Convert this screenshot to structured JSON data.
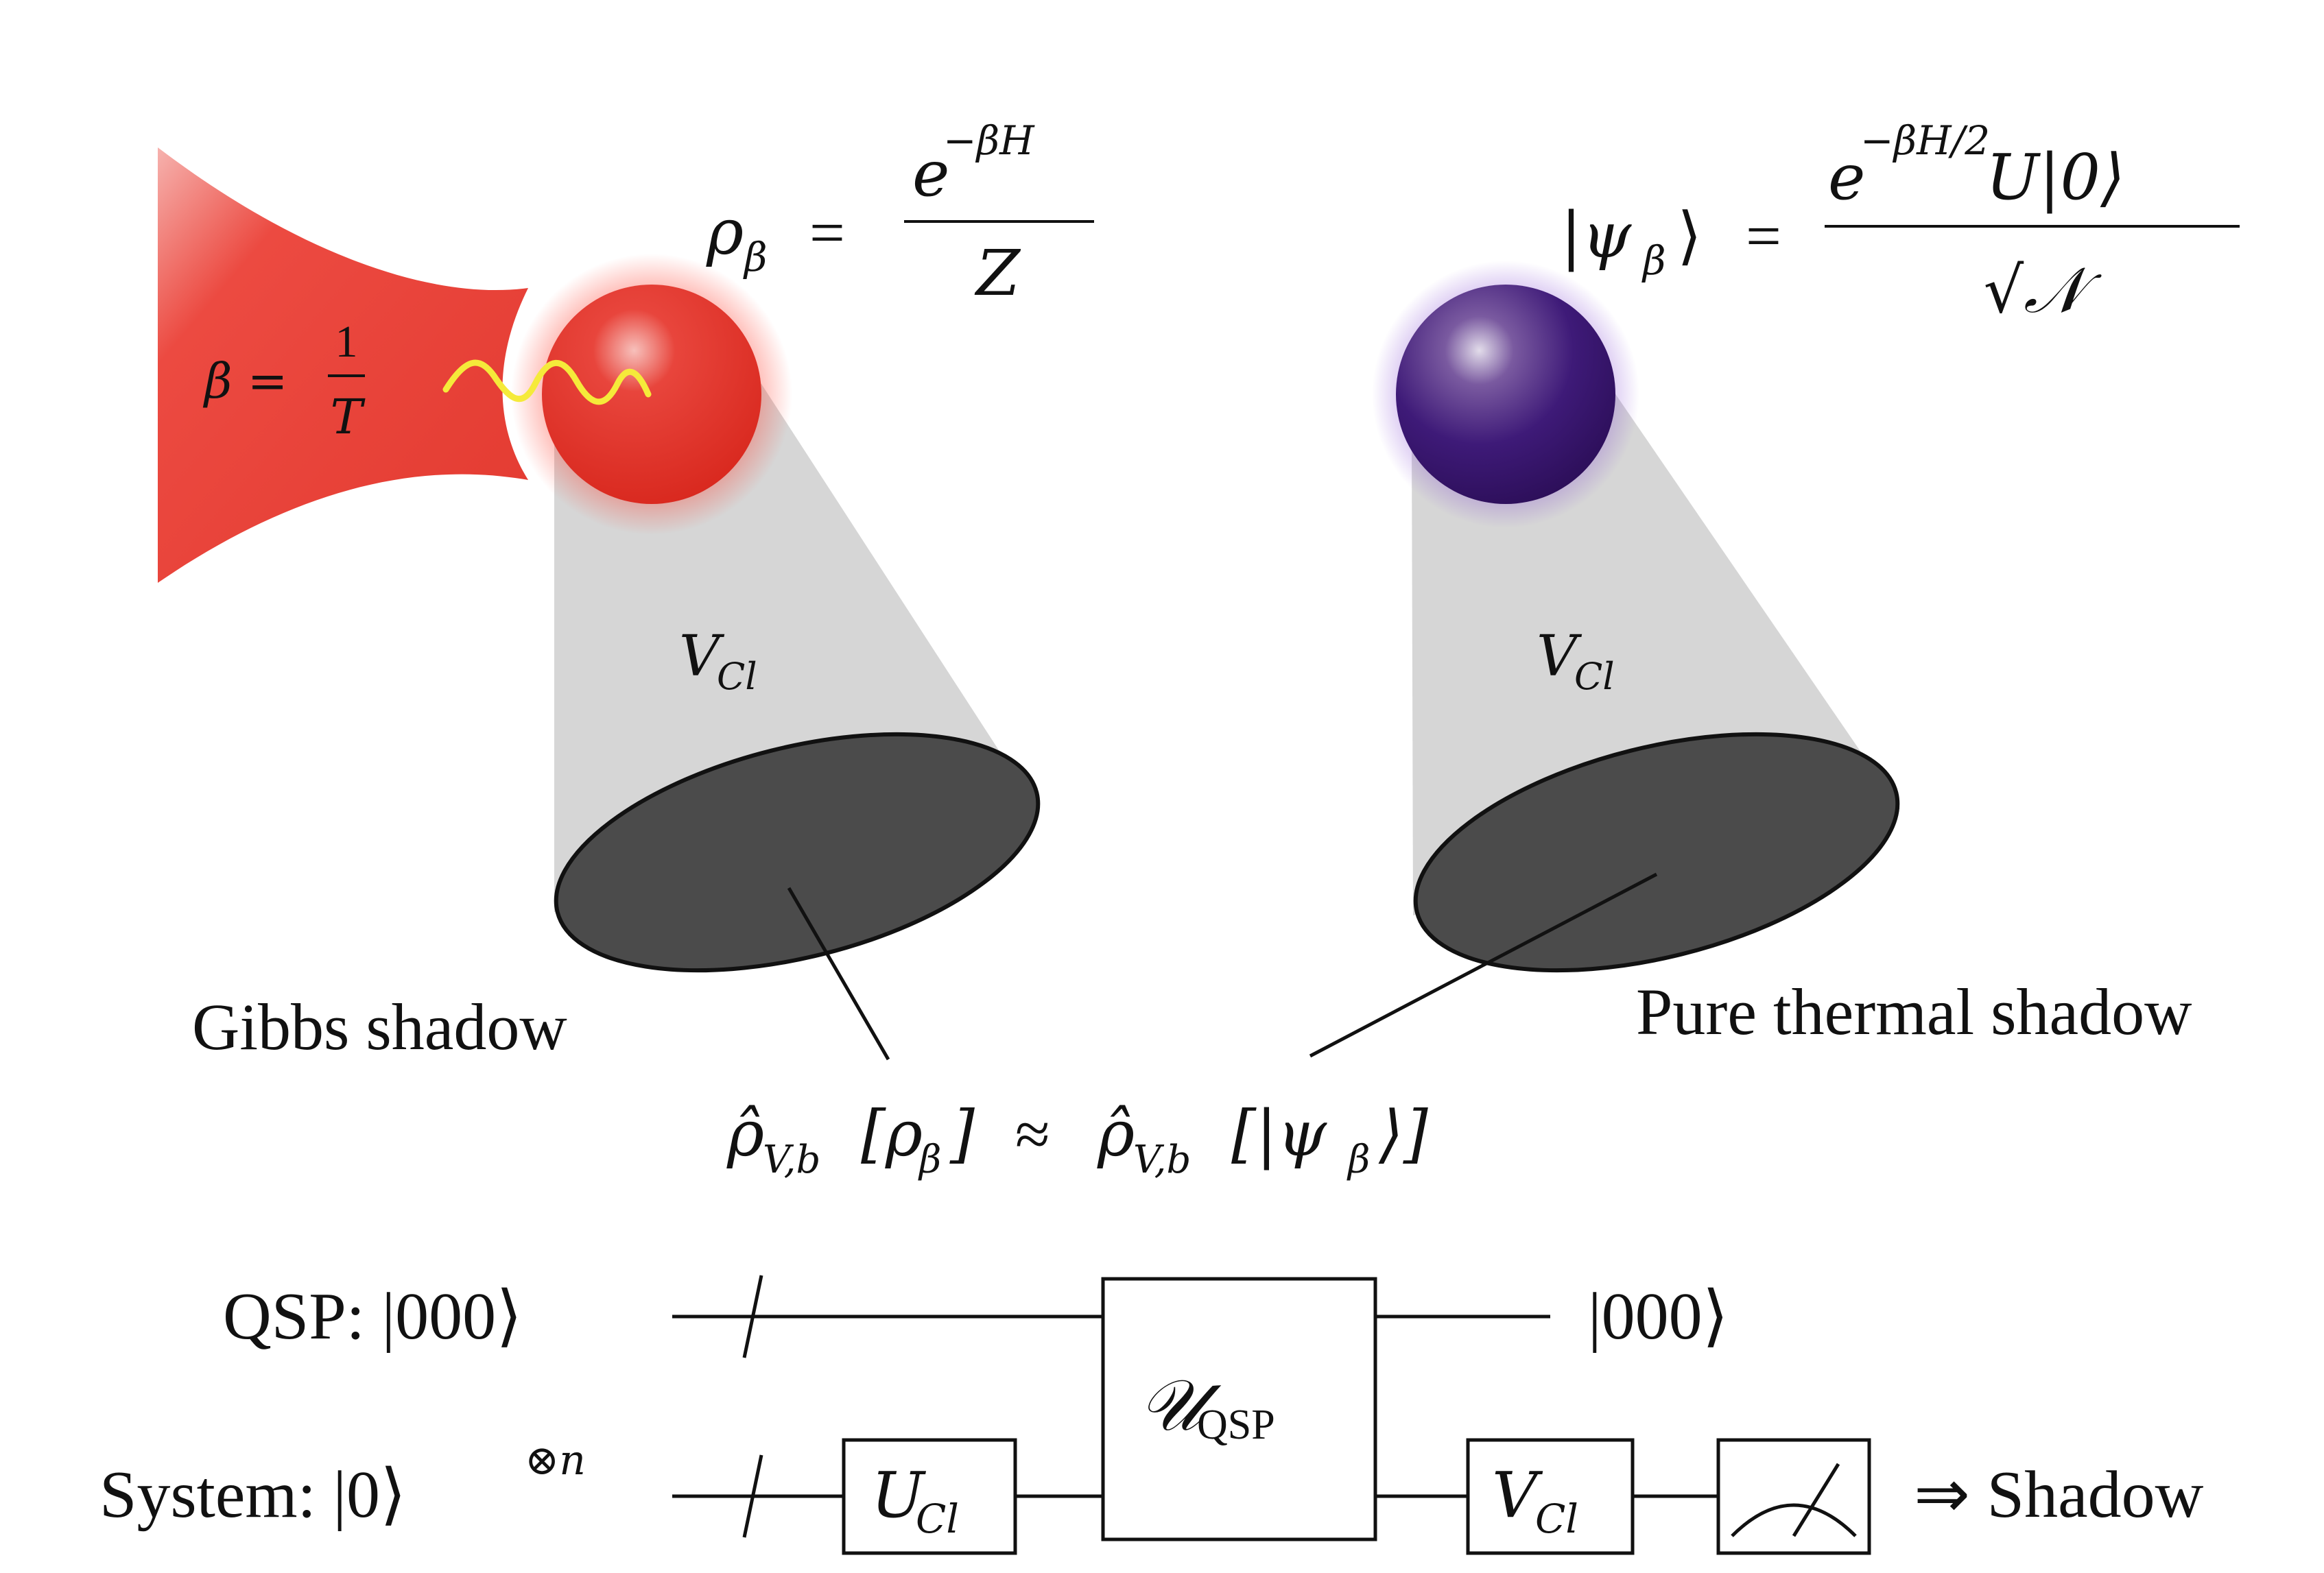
{
  "left_system": {
    "beta_lhs": "β =",
    "beta_num": "1",
    "beta_den": "T",
    "rho_lhs": "ρ",
    "rho_sub": "β",
    "rho_eq": "=",
    "rho_num": "e",
    "rho_num_sup": "−βH",
    "rho_den": "Z",
    "cone_label": "V",
    "cone_label_sub": "Cl",
    "shadow_label": "Gibbs shadow",
    "colors": {
      "bath": "#e8403a",
      "sphere": "#e0322a",
      "wave": "#f5ea3a"
    }
  },
  "right_system": {
    "psi_lhs": "|ψ",
    "psi_sub": "β",
    "psi_close": "⟩",
    "psi_eq": "=",
    "psi_num": "e",
    "psi_num_sup": "−βH/2",
    "psi_num_tail": "U|0⟩",
    "psi_den": "√𝒩",
    "cone_label": "V",
    "cone_label_sub": "Cl",
    "shadow_label": "Pure thermal shadow",
    "colors": {
      "sphere": "#3b1670"
    }
  },
  "relation": {
    "lhs": "ρ̂",
    "lhs_sub": "V,b",
    "lhs_arg": "[ρ",
    "lhs_arg_sub": "β",
    "lhs_arg_close": "]",
    "approx": "≈",
    "rhs": "ρ̂",
    "rhs_sub": "V,b",
    "rhs_arg": "[|ψ",
    "rhs_arg_sub": "β",
    "rhs_arg_close": "⟩]"
  },
  "circuit": {
    "qsp_label": "QSP: |000⟩",
    "qsp_out": "|000⟩",
    "system_label": "System: |0⟩",
    "system_sup": "⊗n",
    "gate_u": "U",
    "gate_u_sub": "Cl",
    "gate_qsp": "𝒰",
    "gate_qsp_sub": "QSP",
    "gate_v": "V",
    "gate_v_sub": "Cl",
    "output": "⇒ Shadow"
  }
}
